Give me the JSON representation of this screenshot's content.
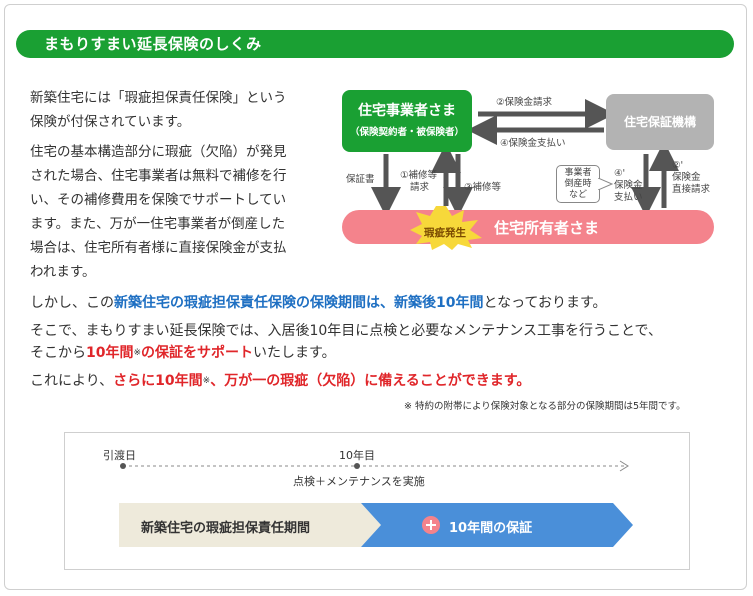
{
  "title": "まもりすまい延長保険のしくみ",
  "intro": {
    "p1": [
      "新築住宅には「瑕疵担保責任保険」という",
      "保険が付保されています。"
    ],
    "p2": [
      "住宅の基本構造部分に瑕疵（欠陥）が発見",
      "された場合、住宅事業者は無料で補修を行",
      "い、その補修費用を保険でサポートしてい",
      "ます。また、万が一住宅事業者が倒産した",
      "場合は、住宅所有者様に直接保険金が支払",
      "われます。"
    ]
  },
  "diagram": {
    "business_title": "住宅事業者さま",
    "business_sub": "（保険契約者・被保険者）",
    "insurer": "住宅保証機構",
    "owner": "住宅所有者さま",
    "defect_burst": "瑕疵発生",
    "claim": "②保険金請求",
    "payment": "④保険金支払い",
    "certificate": "保証書",
    "repair_request": [
      "①補修等",
      "請求"
    ],
    "repair": "③補修等",
    "bankrupt": [
      "事業者",
      "倒産時",
      "など"
    ],
    "direct_payment": [
      "④'",
      "保険金",
      "支払い"
    ],
    "direct_claim": [
      "②'",
      "保険金",
      "直接請求"
    ],
    "colors": {
      "green": "#1aa033",
      "gray": "#b3b3b3",
      "pink": "#f4838c",
      "arrow": "#555555"
    }
  },
  "body": {
    "l1a": "しかし、この",
    "l1b": "新築住宅の瑕疵担保責任保険の保険期間は、新築後10年間",
    "l1c": "となっております。",
    "l2": "そこで、まもりすまい延長保険では、入居後10年目に点検と必要なメンテナンス工事を行うことで、",
    "l3a": "そこから",
    "l3b": "10年間",
    "l3sup": "※",
    "l3c": "の保証をサポート",
    "l3d": "いたします。",
    "l4a": "これにより、",
    "l4b": "さらに10年間",
    "l4sup": "※",
    "l4c": "、万が一の瑕疵（欠陥）に備えることができます。",
    "note": "※ 特約の附帯により保険対象となる部分の保険期間は5年間です。"
  },
  "timeline": {
    "start": "引渡日",
    "year10": "10年目",
    "inspection": "点検＋メンテナンスを実施",
    "period_left": "新築住宅の瑕疵担保責任期間",
    "period_right": "10年間の保証",
    "colors": {
      "left": "#eeeadb",
      "right": "#4a8fd9"
    }
  }
}
